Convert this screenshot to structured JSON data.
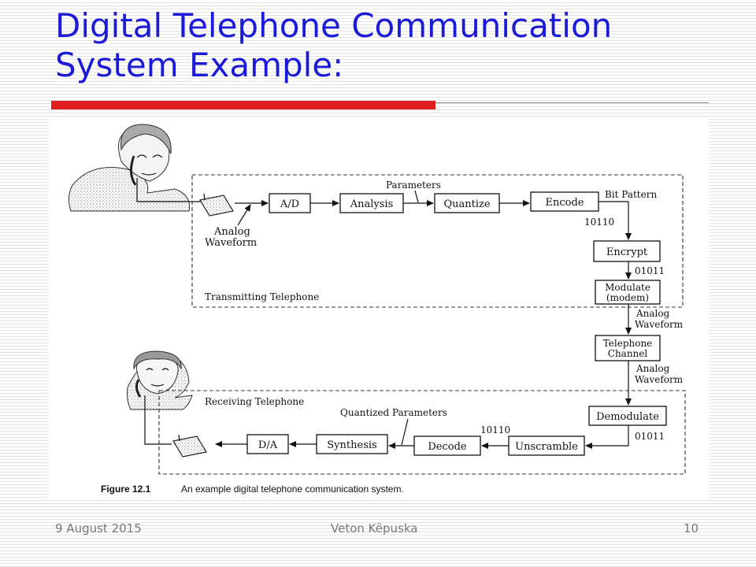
{
  "title": "Digital Telephone Communication System Example:",
  "accent_color": "#e02020",
  "title_color": "#1a1ad8",
  "figure": {
    "labels": {
      "parameters": "Parameters",
      "bit_pattern": "Bit Pattern",
      "bits_tx": "10110",
      "analog_waveform_line1": "Analog",
      "analog_waveform_line2": "Waveform",
      "bits_encrypted": "01011",
      "transmitting_telephone": "Transmitting Telephone",
      "analog_waveform_ch1_line1": "Analog",
      "analog_waveform_ch1_line2": "Waveform",
      "analog_waveform_ch2_line1": "Analog",
      "analog_waveform_ch2_line2": "Waveform",
      "receiving_telephone": "Receiving Telephone",
      "quantized_parameters": "Quantized Parameters",
      "bits_rx": "10110",
      "bits_demod": "01011"
    },
    "blocks": {
      "ad": "A/D",
      "analysis": "Analysis",
      "quantize": "Quantize",
      "encode": "Encode",
      "encrypt": "Encrypt",
      "modulate_line1": "Modulate",
      "modulate_line2": "(modem)",
      "channel_line1": "Telephone",
      "channel_line2": "Channel",
      "demodulate": "Demodulate",
      "unscramble": "Unscramble",
      "decode": "Decode",
      "synthesis": "Synthesis",
      "da": "D/A"
    },
    "caption_label": "Figure 12.1",
    "caption_text": "An example digital telephone communication system."
  },
  "footer": {
    "date": "9 August 2015",
    "author": "Veton Këpuska",
    "page": "10"
  }
}
